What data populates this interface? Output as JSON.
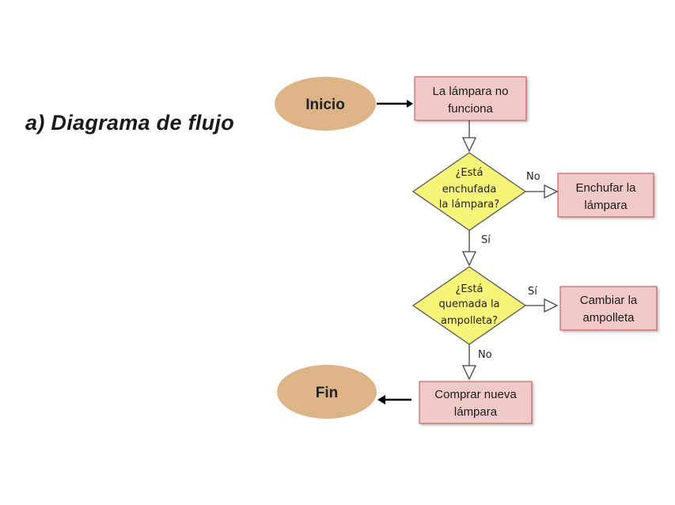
{
  "title": "a) Diagrama de flujo",
  "nodes": {
    "start": "Inicio",
    "end": "Fin",
    "box1": [
      "La lámpara no",
      "funciona"
    ],
    "box2": [
      "Enchufar la",
      "lámpara"
    ],
    "box3": [
      "Cambiar la",
      "ampolleta"
    ],
    "box4": [
      "Comprar nueva",
      "lámpara"
    ],
    "decision1": [
      "¿Está",
      "enchufada",
      "la lámpara?"
    ],
    "decision2": [
      "¿Está",
      "quemada la",
      "ampolleta?"
    ]
  },
  "edge_labels": {
    "d1_no": "No",
    "d1_yes": "Sí",
    "d2_yes": "Sí",
    "d2_no": "No"
  },
  "colors": {
    "oval_fill": "#dcb485",
    "box_fill": "#f2c9c9",
    "box_border": "#c0504d",
    "diamond_fill": "#f7f47a",
    "diamond_border": "#555555",
    "arrow": "#000000"
  }
}
